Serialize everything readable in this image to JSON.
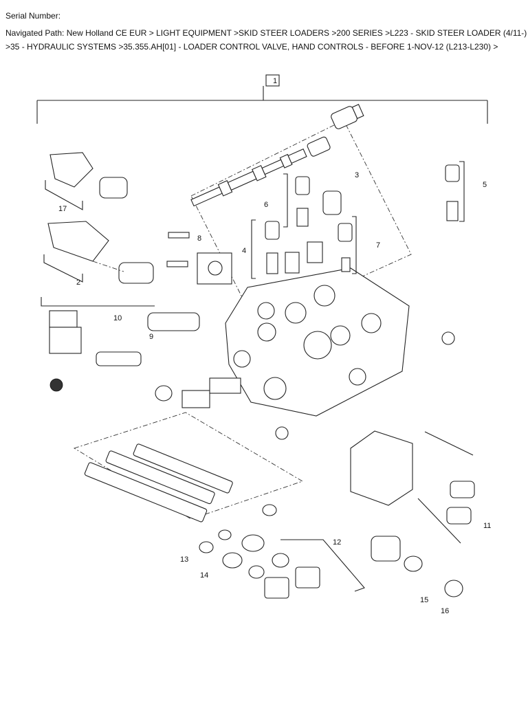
{
  "header": {
    "serial_label": "Serial Number:",
    "path_line1": "Navigated Path: New Holland CE EUR > LIGHT EQUIPMENT >SKID STEER LOADERS >200 SERIES >L223 - SKID STEER LOADER (4/11-)",
    "path_line2": ">35 - HYDRAULIC SYSTEMS >35.355.AH[01] - LOADER CONTROL VALVE, HAND CONTROLS - BEFORE 1-NOV-12 (L213-L230) >"
  },
  "callouts": [
    {
      "id": "c1",
      "label": "1"
    },
    {
      "id": "c2",
      "label": "2"
    },
    {
      "id": "c3",
      "label": "3"
    },
    {
      "id": "c4",
      "label": "4"
    },
    {
      "id": "c5",
      "label": "5"
    },
    {
      "id": "c6",
      "label": "6"
    },
    {
      "id": "c7",
      "label": "7"
    },
    {
      "id": "c8",
      "label": "8"
    },
    {
      "id": "c9",
      "label": "9"
    },
    {
      "id": "c10",
      "label": "10"
    },
    {
      "id": "c11",
      "label": "11"
    },
    {
      "id": "c12",
      "label": "12"
    },
    {
      "id": "c13",
      "label": "13"
    },
    {
      "id": "c14",
      "label": "14"
    },
    {
      "id": "c15",
      "label": "15"
    },
    {
      "id": "c16",
      "label": "16"
    },
    {
      "id": "c17",
      "label": "17"
    }
  ]
}
